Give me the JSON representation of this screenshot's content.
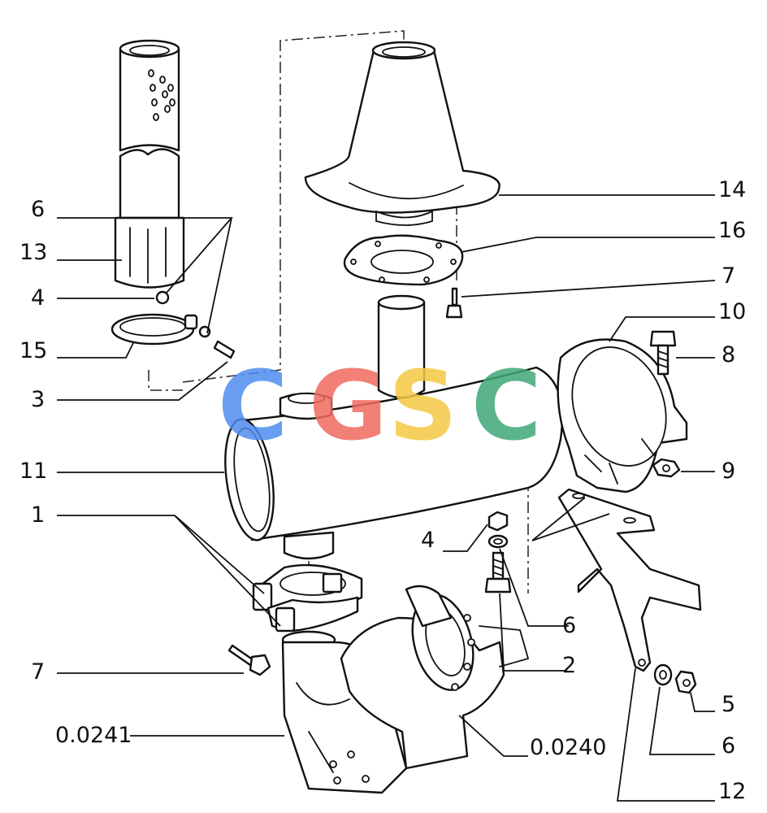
{
  "diagram": {
    "callouts": {
      "c6_top": "6",
      "c13": "13",
      "c4_top": "4",
      "c15": "15",
      "c3": "3",
      "c11": "11",
      "c1": "1",
      "c7_bottom": "7",
      "c0241": "0.0241",
      "c14": "14",
      "c16": "16",
      "c7_top": "7",
      "c10": "10",
      "c8": "8",
      "c9": "9",
      "c4_mid": "4",
      "c6_mid": "6",
      "c2": "2",
      "c0240": "0.0240",
      "c5": "5",
      "c6_bottom": "6",
      "c12": "12"
    },
    "watermark": {
      "letters": [
        "C",
        "G",
        "S",
        "C"
      ],
      "colors": [
        "#4f8cf0",
        "#ef6b60",
        "#f5c842",
        "#3fa877"
      ]
    }
  }
}
